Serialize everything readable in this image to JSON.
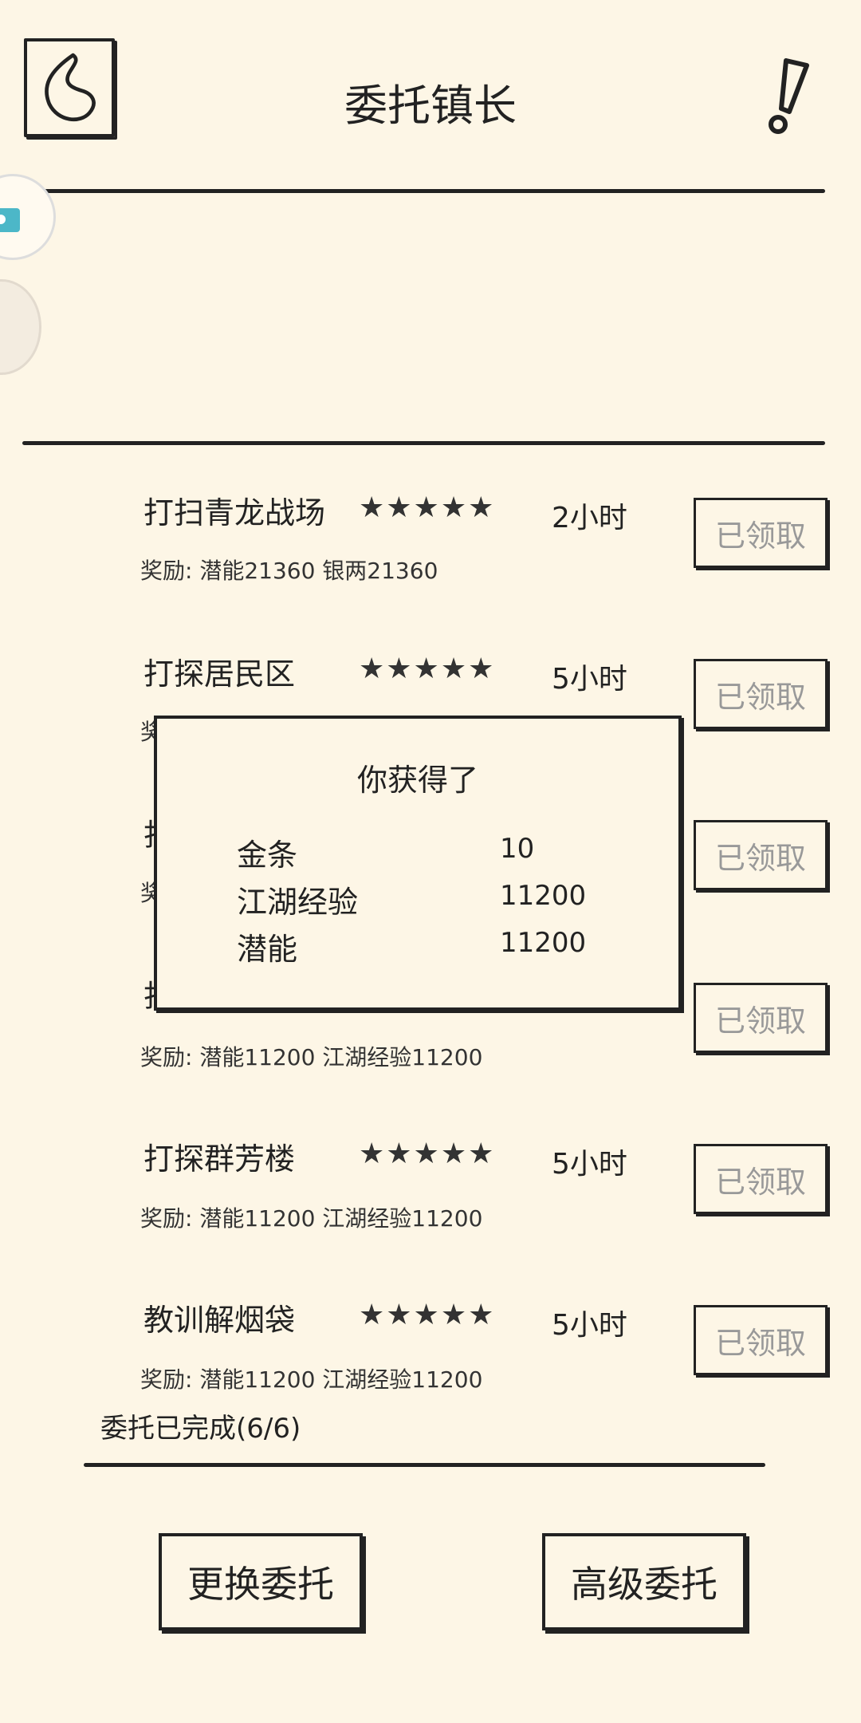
{
  "header": {
    "title": "委托镇长",
    "back_icon": "back-arrow-icon",
    "info_icon": "exclamation-icon"
  },
  "tasks": [
    {
      "name": "打扫青龙战场",
      "stars": "★★★★★",
      "duration": "2小时",
      "reward": "奖励:  潜能21360    银两21360",
      "button": "已领取"
    },
    {
      "name": "打探居民区",
      "stars": "★★★★★",
      "duration": "5小时",
      "reward": "奖",
      "button": "已领取"
    },
    {
      "name": "打",
      "stars": "",
      "duration": "",
      "reward": "奖",
      "button": "已领取"
    },
    {
      "name": "打",
      "stars": "",
      "duration": "",
      "reward": "奖励:  潜能11200    江湖经验11200",
      "button": "已领取"
    },
    {
      "name": "打探群芳楼",
      "stars": "★★★★★",
      "duration": "5小时",
      "reward": "奖励:  潜能11200    江湖经验11200",
      "button": "已领取"
    },
    {
      "name": "教训解烟袋",
      "stars": "★★★★★",
      "duration": "5小时",
      "reward": "奖励:  潜能11200    江湖经验11200",
      "button": "已领取"
    }
  ],
  "footer": {
    "status": "委托已完成(6/6)",
    "change_button": "更换委托",
    "advanced_button": "高级委托"
  },
  "popup": {
    "title": "你获得了",
    "items": [
      {
        "name": "金条",
        "qty": "10"
      },
      {
        "name": "江湖经验",
        "qty": "11200"
      },
      {
        "name": "潜能",
        "qty": "11200"
      }
    ]
  },
  "colors": {
    "background": "#fdf6e6",
    "ink": "#222222",
    "disabled_text": "#999999"
  }
}
